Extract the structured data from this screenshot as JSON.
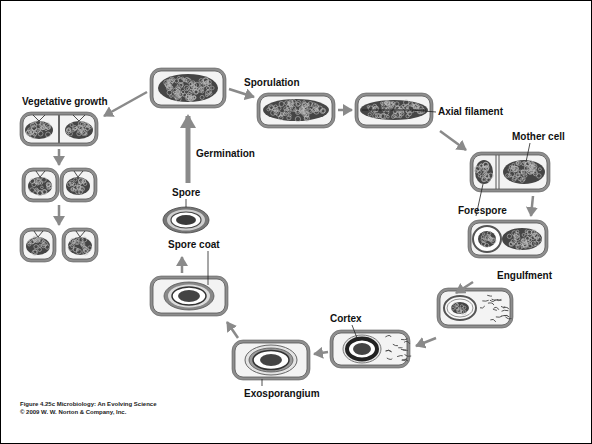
{
  "diagram": {
    "labels": [
      "Vegetative growth",
      "Sporulation",
      "Axial filament",
      "Mother cell",
      "Forespore",
      "Engulfment",
      "Cortex",
      "Exosporangium",
      "Spore coat",
      "Spore",
      "Germination",
      "Figure 4.25c Microbiology: An Evolving Science",
      "© 2009 W. W. Norton & Company, Inc."
    ]
  }
}
